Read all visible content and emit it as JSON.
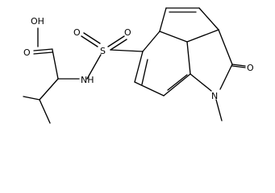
{
  "molecule": {
    "atom_labels": {
      "hydroxyl": "OH",
      "carbonyl_oxygen_acid": "O",
      "amine": "NH",
      "sulfur": "S",
      "sulfonyl_oxygen_left": "O",
      "sulfonyl_oxygen_right": "O",
      "lactam_oxygen": "O",
      "lactam_nitrogen": "N"
    }
  }
}
